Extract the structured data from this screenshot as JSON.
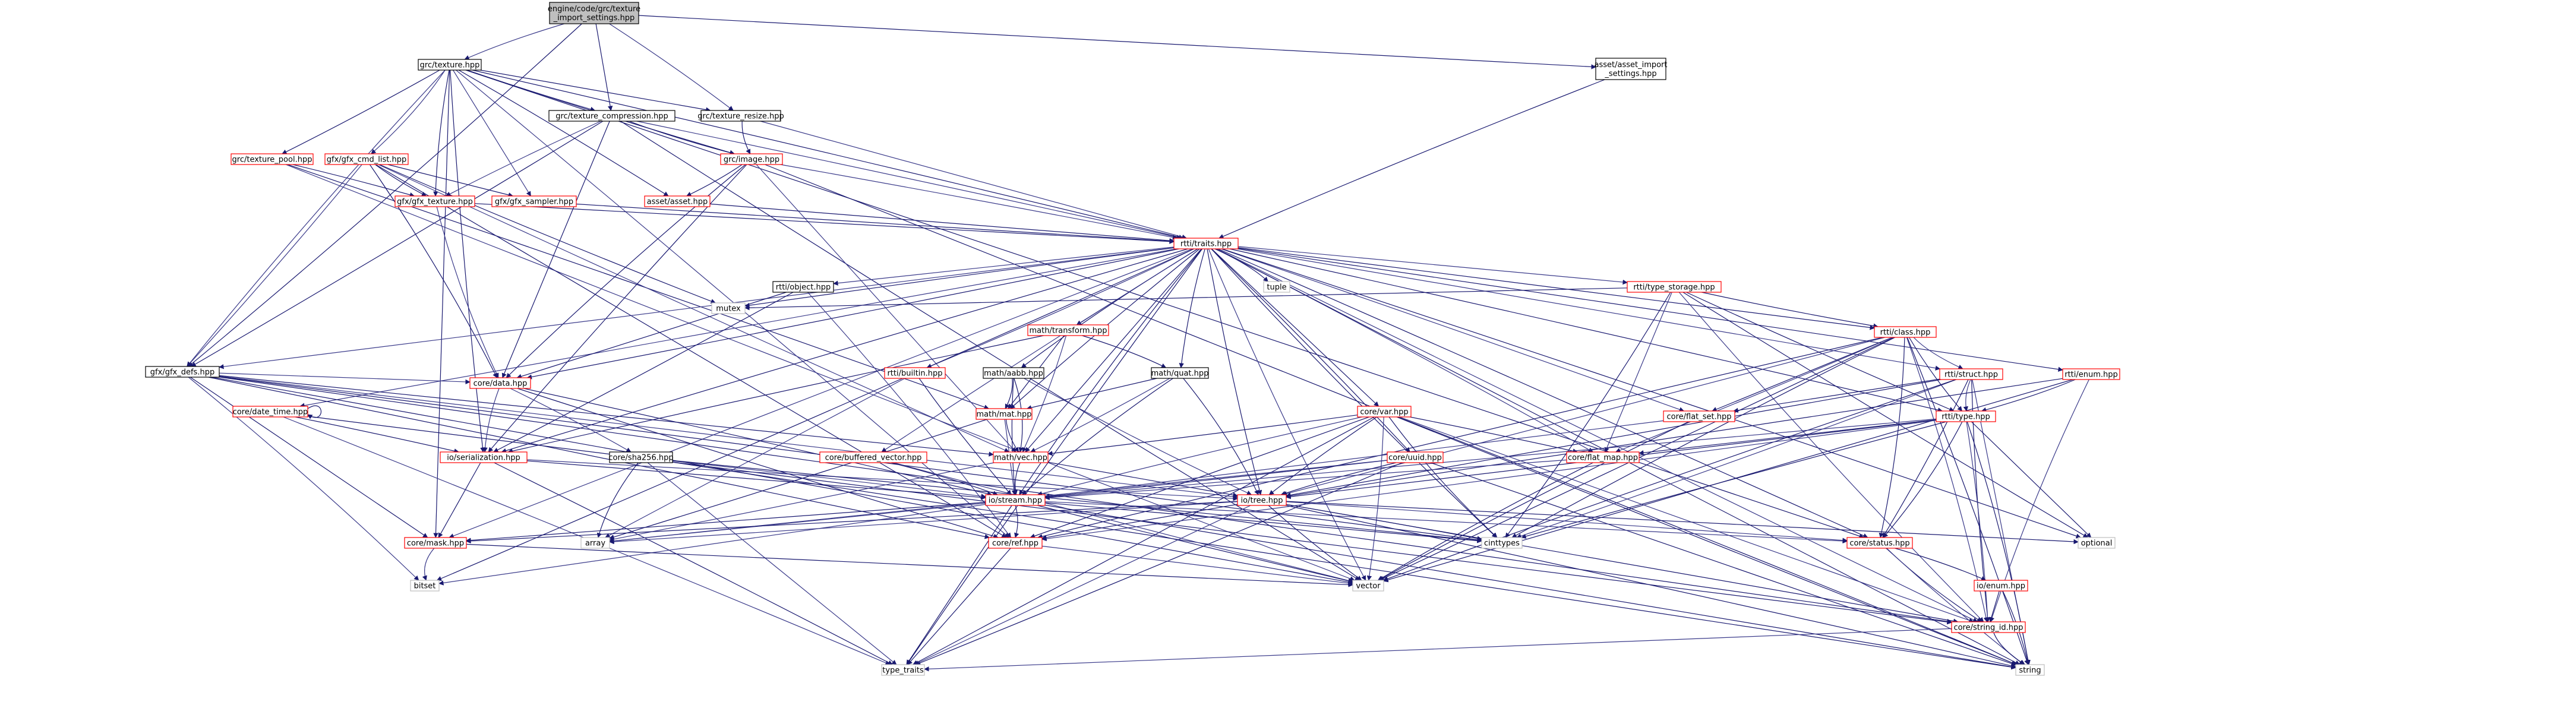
{
  "diagram": {
    "colors": {
      "edge": "#191970",
      "node_fill": "#ffffff",
      "node_border_normal": "#000000",
      "node_border_link": "#ff0000",
      "root_fill": "#bfbfbf",
      "plain_border": "#bfbfbf"
    },
    "nodes": [
      {
        "id": "root",
        "lines": [
          "engine/code/grc/texture",
          "_import_settings.hpp"
        ],
        "style": "root"
      },
      {
        "id": "texture",
        "lines": [
          "grc/texture.hpp"
        ],
        "style": "normal"
      },
      {
        "id": "asset_import",
        "lines": [
          "asset/asset_import",
          "_settings.hpp"
        ],
        "style": "normal"
      },
      {
        "id": "tex_compression",
        "lines": [
          "grc/texture_compression.hpp"
        ],
        "style": "normal"
      },
      {
        "id": "tex_resize",
        "lines": [
          "grc/texture_resize.hpp"
        ],
        "style": "normal"
      },
      {
        "id": "tex_pool",
        "lines": [
          "grc/texture_pool.hpp"
        ],
        "style": "link"
      },
      {
        "id": "gfx_cmd_list",
        "lines": [
          "gfx/gfx_cmd_list.hpp"
        ],
        "style": "link"
      },
      {
        "id": "image",
        "lines": [
          "grc/image.hpp"
        ],
        "style": "link"
      },
      {
        "id": "gfx_texture",
        "lines": [
          "gfx/gfx_texture.hpp"
        ],
        "style": "link"
      },
      {
        "id": "gfx_sampler",
        "lines": [
          "gfx/gfx_sampler.hpp"
        ],
        "style": "link"
      },
      {
        "id": "asset",
        "lines": [
          "asset/asset.hpp"
        ],
        "style": "link"
      },
      {
        "id": "traits",
        "lines": [
          "rtti/traits.hpp"
        ],
        "style": "link"
      },
      {
        "id": "rtti_object",
        "lines": [
          "rtti/object.hpp"
        ],
        "style": "normal"
      },
      {
        "id": "tuple",
        "lines": [
          "tuple"
        ],
        "style": "plain"
      },
      {
        "id": "mutex",
        "lines": [
          "mutex"
        ],
        "style": "plain"
      },
      {
        "id": "type_storage",
        "lines": [
          "rtti/type_storage.hpp"
        ],
        "style": "link"
      },
      {
        "id": "math_transform",
        "lines": [
          "math/transform.hpp"
        ],
        "style": "link"
      },
      {
        "id": "gfx_defs",
        "lines": [
          "gfx/gfx_defs.hpp"
        ],
        "style": "normal"
      },
      {
        "id": "rtti_class",
        "lines": [
          "rtti/class.hpp"
        ],
        "style": "link"
      },
      {
        "id": "rtti_builtin",
        "lines": [
          "rtti/builtin.hpp"
        ],
        "style": "link"
      },
      {
        "id": "math_aabb",
        "lines": [
          "math/aabb.hpp"
        ],
        "style": "normal"
      },
      {
        "id": "math_quat",
        "lines": [
          "math/quat.hpp"
        ],
        "style": "normal"
      },
      {
        "id": "rtti_struct",
        "lines": [
          "rtti/struct.hpp"
        ],
        "style": "link"
      },
      {
        "id": "rtti_enum",
        "lines": [
          "rtti/enum.hpp"
        ],
        "style": "link"
      },
      {
        "id": "core_data",
        "lines": [
          "core/data.hpp"
        ],
        "style": "link"
      },
      {
        "id": "core_date_time",
        "lines": [
          "core/date_time.hpp"
        ],
        "style": "link"
      },
      {
        "id": "math_mat",
        "lines": [
          "math/mat.hpp"
        ],
        "style": "link"
      },
      {
        "id": "core_var",
        "lines": [
          "core/var.hpp"
        ],
        "style": "link"
      },
      {
        "id": "core_flat_set",
        "lines": [
          "core/flat_set.hpp"
        ],
        "style": "link"
      },
      {
        "id": "rtti_type",
        "lines": [
          "rtti/type.hpp"
        ],
        "style": "link"
      },
      {
        "id": "io_serialization",
        "lines": [
          "io/serialization.hpp"
        ],
        "style": "link"
      },
      {
        "id": "core_sha256",
        "lines": [
          "core/sha256.hpp"
        ],
        "style": "normal"
      },
      {
        "id": "core_buffered_vector",
        "lines": [
          "core/buffered_vector.hpp"
        ],
        "style": "link"
      },
      {
        "id": "math_vec",
        "lines": [
          "math/vec.hpp"
        ],
        "style": "link"
      },
      {
        "id": "core_uuid",
        "lines": [
          "core/uuid.hpp"
        ],
        "style": "link"
      },
      {
        "id": "core_flat_map",
        "lines": [
          "core/flat_map.hpp"
        ],
        "style": "link"
      },
      {
        "id": "io_stream",
        "lines": [
          "io/stream.hpp"
        ],
        "style": "link"
      },
      {
        "id": "io_tree",
        "lines": [
          "io/tree.hpp"
        ],
        "style": "link"
      },
      {
        "id": "core_mask",
        "lines": [
          "core/mask.hpp"
        ],
        "style": "link"
      },
      {
        "id": "array",
        "lines": [
          "array"
        ],
        "style": "plain"
      },
      {
        "id": "core_ref",
        "lines": [
          "core/ref.hpp"
        ],
        "style": "link"
      },
      {
        "id": "cinttypes",
        "lines": [
          "cinttypes"
        ],
        "style": "plain"
      },
      {
        "id": "core_status",
        "lines": [
          "core/status.hpp"
        ],
        "style": "link"
      },
      {
        "id": "optional",
        "lines": [
          "optional"
        ],
        "style": "plain"
      },
      {
        "id": "bitset",
        "lines": [
          "bitset"
        ],
        "style": "plain"
      },
      {
        "id": "vector",
        "lines": [
          "vector"
        ],
        "style": "plain"
      },
      {
        "id": "io_enum",
        "lines": [
          "io/enum.hpp"
        ],
        "style": "link"
      },
      {
        "id": "core_string_id",
        "lines": [
          "core/string_id.hpp"
        ],
        "style": "link"
      },
      {
        "id": "type_traits",
        "lines": [
          "type_traits"
        ],
        "style": "plain"
      },
      {
        "id": "string",
        "lines": [
          "string"
        ],
        "style": "plain"
      }
    ],
    "edges": [
      [
        "root",
        "texture"
      ],
      [
        "root",
        "asset_import"
      ],
      [
        "root",
        "tex_compression"
      ],
      [
        "root",
        "tex_resize"
      ],
      [
        "root",
        "gfx_defs"
      ],
      [
        "asset_import",
        "traits"
      ],
      [
        "texture",
        "tex_compression"
      ],
      [
        "texture",
        "tex_resize"
      ],
      [
        "texture",
        "tex_pool"
      ],
      [
        "texture",
        "gfx_cmd_list"
      ],
      [
        "texture",
        "image"
      ],
      [
        "texture",
        "gfx_texture"
      ],
      [
        "texture",
        "gfx_sampler"
      ],
      [
        "texture",
        "asset"
      ],
      [
        "texture",
        "traits"
      ],
      [
        "texture",
        "gfx_defs"
      ],
      [
        "texture",
        "io_serialization"
      ],
      [
        "texture",
        "core_mask"
      ],
      [
        "texture",
        "core_ref"
      ],
      [
        "texture",
        "core_status"
      ],
      [
        "tex_compression",
        "image"
      ],
      [
        "tex_compression",
        "gfx_texture"
      ],
      [
        "tex_compression",
        "core_data"
      ],
      [
        "tex_compression",
        "gfx_defs"
      ],
      [
        "tex_compression",
        "traits"
      ],
      [
        "tex_compression",
        "vector"
      ],
      [
        "tex_resize",
        "image"
      ],
      [
        "tex_resize",
        "traits"
      ],
      [
        "tex_pool",
        "gfx_texture"
      ],
      [
        "tex_pool",
        "math_mat"
      ],
      [
        "tex_pool",
        "vector"
      ],
      [
        "gfx_cmd_list",
        "gfx_texture"
      ],
      [
        "gfx_cmd_list",
        "gfx_sampler"
      ],
      [
        "gfx_cmd_list",
        "gfx_defs"
      ],
      [
        "gfx_cmd_list",
        "core_data"
      ],
      [
        "gfx_cmd_list",
        "mutex"
      ],
      [
        "gfx_cmd_list",
        "math_vec"
      ],
      [
        "gfx_cmd_list",
        "core_ref"
      ],
      [
        "image",
        "asset"
      ],
      [
        "image",
        "traits"
      ],
      [
        "image",
        "core_data"
      ],
      [
        "image",
        "io_serialization"
      ],
      [
        "image",
        "math_vec"
      ],
      [
        "image",
        "string"
      ],
      [
        "gfx_texture",
        "traits"
      ],
      [
        "gfx_texture",
        "core_data"
      ],
      [
        "gfx_sampler",
        "traits"
      ],
      [
        "asset",
        "traits"
      ],
      [
        "traits",
        "rtti_object"
      ],
      [
        "traits",
        "tuple"
      ],
      [
        "traits",
        "mutex"
      ],
      [
        "traits",
        "type_storage"
      ],
      [
        "traits",
        "math_transform"
      ],
      [
        "traits",
        "rtti_class"
      ],
      [
        "traits",
        "rtti_builtin"
      ],
      [
        "traits",
        "math_aabb"
      ],
      [
        "traits",
        "math_quat"
      ],
      [
        "traits",
        "rtti_struct"
      ],
      [
        "traits",
        "rtti_enum"
      ],
      [
        "traits",
        "core_data"
      ],
      [
        "traits",
        "core_date_time"
      ],
      [
        "traits",
        "math_mat"
      ],
      [
        "traits",
        "core_var"
      ],
      [
        "traits",
        "core_flat_set"
      ],
      [
        "traits",
        "rtti_type"
      ],
      [
        "traits",
        "io_serialization"
      ],
      [
        "traits",
        "core_buffered_vector"
      ],
      [
        "traits",
        "math_vec"
      ],
      [
        "traits",
        "core_uuid"
      ],
      [
        "traits",
        "core_flat_map"
      ],
      [
        "traits",
        "io_stream"
      ],
      [
        "traits",
        "io_tree"
      ],
      [
        "traits",
        "core_mask"
      ],
      [
        "traits",
        "core_status"
      ],
      [
        "traits",
        "optional"
      ],
      [
        "traits",
        "vector"
      ],
      [
        "traits",
        "type_traits"
      ],
      [
        "traits",
        "string"
      ],
      [
        "traits",
        "gfx_defs"
      ],
      [
        "traits",
        "bitset"
      ],
      [
        "traits",
        "cinttypes"
      ],
      [
        "traits",
        "core_string_id"
      ],
      [
        "rtti_object",
        "core_data"
      ],
      [
        "rtti_object",
        "io_serialization"
      ],
      [
        "rtti_object",
        "core_ref"
      ],
      [
        "type_storage",
        "rtti_class"
      ],
      [
        "type_storage",
        "rtti_type"
      ],
      [
        "type_storage",
        "core_flat_map"
      ],
      [
        "type_storage",
        "mutex"
      ],
      [
        "type_storage",
        "cinttypes"
      ],
      [
        "type_storage",
        "core_string_id"
      ],
      [
        "type_storage",
        "optional"
      ],
      [
        "math_transform",
        "math_mat"
      ],
      [
        "math_transform",
        "math_vec"
      ],
      [
        "math_transform",
        "math_quat"
      ],
      [
        "math_transform",
        "io_serialization"
      ],
      [
        "gfx_defs",
        "core_data"
      ],
      [
        "gfx_defs",
        "core_mask"
      ],
      [
        "gfx_defs",
        "core_ref"
      ],
      [
        "gfx_defs",
        "bitset"
      ],
      [
        "gfx_defs",
        "vector"
      ],
      [
        "gfx_defs",
        "math_vec"
      ],
      [
        "gfx_defs",
        "io_tree"
      ],
      [
        "gfx_defs",
        "core_string_id"
      ],
      [
        "gfx_defs",
        "cinttypes"
      ],
      [
        "rtti_class",
        "rtti_struct"
      ],
      [
        "rtti_class",
        "rtti_type"
      ],
      [
        "rtti_class",
        "core_flat_set"
      ],
      [
        "rtti_class",
        "core_flat_map"
      ],
      [
        "rtti_class",
        "core_status"
      ],
      [
        "rtti_class",
        "core_ref"
      ],
      [
        "rtti_class",
        "io_tree"
      ],
      [
        "rtti_class",
        "vector"
      ],
      [
        "rtti_class",
        "string"
      ],
      [
        "rtti_class",
        "core_string_id"
      ],
      [
        "rtti_class",
        "cinttypes"
      ],
      [
        "rtti_builtin",
        "io_stream"
      ],
      [
        "rtti_builtin",
        "array"
      ],
      [
        "math_aabb",
        "math_mat"
      ],
      [
        "math_aabb",
        "math_vec"
      ],
      [
        "math_aabb",
        "io_tree"
      ],
      [
        "math_aabb",
        "io_stream"
      ],
      [
        "math_quat",
        "math_mat"
      ],
      [
        "math_quat",
        "math_vec"
      ],
      [
        "math_quat",
        "io_tree"
      ],
      [
        "math_quat",
        "io_stream"
      ],
      [
        "rtti_struct",
        "rtti_type"
      ],
      [
        "rtti_struct",
        "core_flat_set"
      ],
      [
        "rtti_struct",
        "core_status"
      ],
      [
        "rtti_struct",
        "cinttypes"
      ],
      [
        "rtti_struct",
        "vector"
      ],
      [
        "rtti_struct",
        "core_string_id"
      ],
      [
        "rtti_struct",
        "string"
      ],
      [
        "rtti_struct",
        "io_tree"
      ],
      [
        "rtti_enum",
        "rtti_type"
      ],
      [
        "rtti_enum",
        "core_string_id"
      ],
      [
        "rtti_enum",
        "vector"
      ],
      [
        "rtti_enum",
        "io_tree"
      ],
      [
        "core_data",
        "core_sha256"
      ],
      [
        "core_data",
        "io_stream"
      ],
      [
        "core_data",
        "core_ref"
      ],
      [
        "core_data",
        "io_serialization"
      ],
      [
        "core_date_time",
        "core_date_time"
      ],
      [
        "core_date_time",
        "io_serialization"
      ],
      [
        "core_date_time",
        "type_traits"
      ],
      [
        "core_date_time",
        "core_string_id"
      ],
      [
        "math_mat",
        "math_vec"
      ],
      [
        "math_mat",
        "io_stream"
      ],
      [
        "math_mat",
        "array"
      ],
      [
        "core_var",
        "math_vec"
      ],
      [
        "core_var",
        "io_stream"
      ],
      [
        "core_var",
        "io_tree"
      ],
      [
        "core_var",
        "core_ref"
      ],
      [
        "core_var",
        "vector"
      ],
      [
        "core_var",
        "string"
      ],
      [
        "core_var",
        "cinttypes"
      ],
      [
        "core_var",
        "core_string_id"
      ],
      [
        "core_var",
        "type_traits"
      ],
      [
        "core_var",
        "core_flat_map"
      ],
      [
        "core_flat_set",
        "io_stream"
      ],
      [
        "core_flat_set",
        "vector"
      ],
      [
        "rtti_type",
        "core_flat_map"
      ],
      [
        "rtti_type",
        "io_stream"
      ],
      [
        "rtti_type",
        "io_tree"
      ],
      [
        "rtti_type",
        "core_status"
      ],
      [
        "rtti_type",
        "core_ref"
      ],
      [
        "rtti_type",
        "cinttypes"
      ],
      [
        "rtti_type",
        "optional"
      ],
      [
        "rtti_type",
        "core_string_id"
      ],
      [
        "rtti_type",
        "string"
      ],
      [
        "io_serialization",
        "io_stream"
      ],
      [
        "io_serialization",
        "io_tree"
      ],
      [
        "io_serialization",
        "core_mask"
      ],
      [
        "io_serialization",
        "type_traits"
      ],
      [
        "core_sha256",
        "io_stream"
      ],
      [
        "core_sha256",
        "array"
      ],
      [
        "core_sha256",
        "string"
      ],
      [
        "core_sha256",
        "type_traits"
      ],
      [
        "core_sha256",
        "cinttypes"
      ],
      [
        "core_buffered_vector",
        "io_stream"
      ],
      [
        "core_buffered_vector",
        "vector"
      ],
      [
        "math_vec",
        "io_stream"
      ],
      [
        "math_vec",
        "io_tree"
      ],
      [
        "math_vec",
        "array"
      ],
      [
        "core_uuid",
        "io_stream"
      ],
      [
        "core_uuid",
        "io_tree"
      ],
      [
        "core_uuid",
        "array"
      ],
      [
        "core_uuid",
        "string"
      ],
      [
        "core_uuid",
        "type_traits"
      ],
      [
        "core_flat_map",
        "io_stream"
      ],
      [
        "core_flat_map",
        "vector"
      ],
      [
        "io_stream",
        "core_mask"
      ],
      [
        "io_stream",
        "array"
      ],
      [
        "io_stream",
        "core_ref"
      ],
      [
        "io_stream",
        "cinttypes"
      ],
      [
        "io_stream",
        "core_status"
      ],
      [
        "io_stream",
        "vector"
      ],
      [
        "io_stream",
        "type_traits"
      ],
      [
        "io_stream",
        "bitset"
      ],
      [
        "io_stream",
        "string"
      ],
      [
        "io_tree",
        "core_mask"
      ],
      [
        "io_tree",
        "array"
      ],
      [
        "io_tree",
        "core_ref"
      ],
      [
        "io_tree",
        "cinttypes"
      ],
      [
        "io_tree",
        "core_status"
      ],
      [
        "io_tree",
        "optional"
      ],
      [
        "io_tree",
        "vector"
      ],
      [
        "io_tree",
        "type_traits"
      ],
      [
        "io_tree",
        "core_string_id"
      ],
      [
        "io_tree",
        "string"
      ],
      [
        "core_mask",
        "bitset"
      ],
      [
        "core_mask",
        "vector"
      ],
      [
        "core_ref",
        "type_traits"
      ],
      [
        "core_ref",
        "vector"
      ],
      [
        "core_status",
        "io_enum"
      ],
      [
        "core_status",
        "core_string_id"
      ],
      [
        "core_status",
        "string"
      ],
      [
        "io_enum",
        "core_string_id"
      ],
      [
        "io_enum",
        "string"
      ],
      [
        "core_string_id",
        "type_traits"
      ],
      [
        "core_string_id",
        "string"
      ]
    ]
  }
}
